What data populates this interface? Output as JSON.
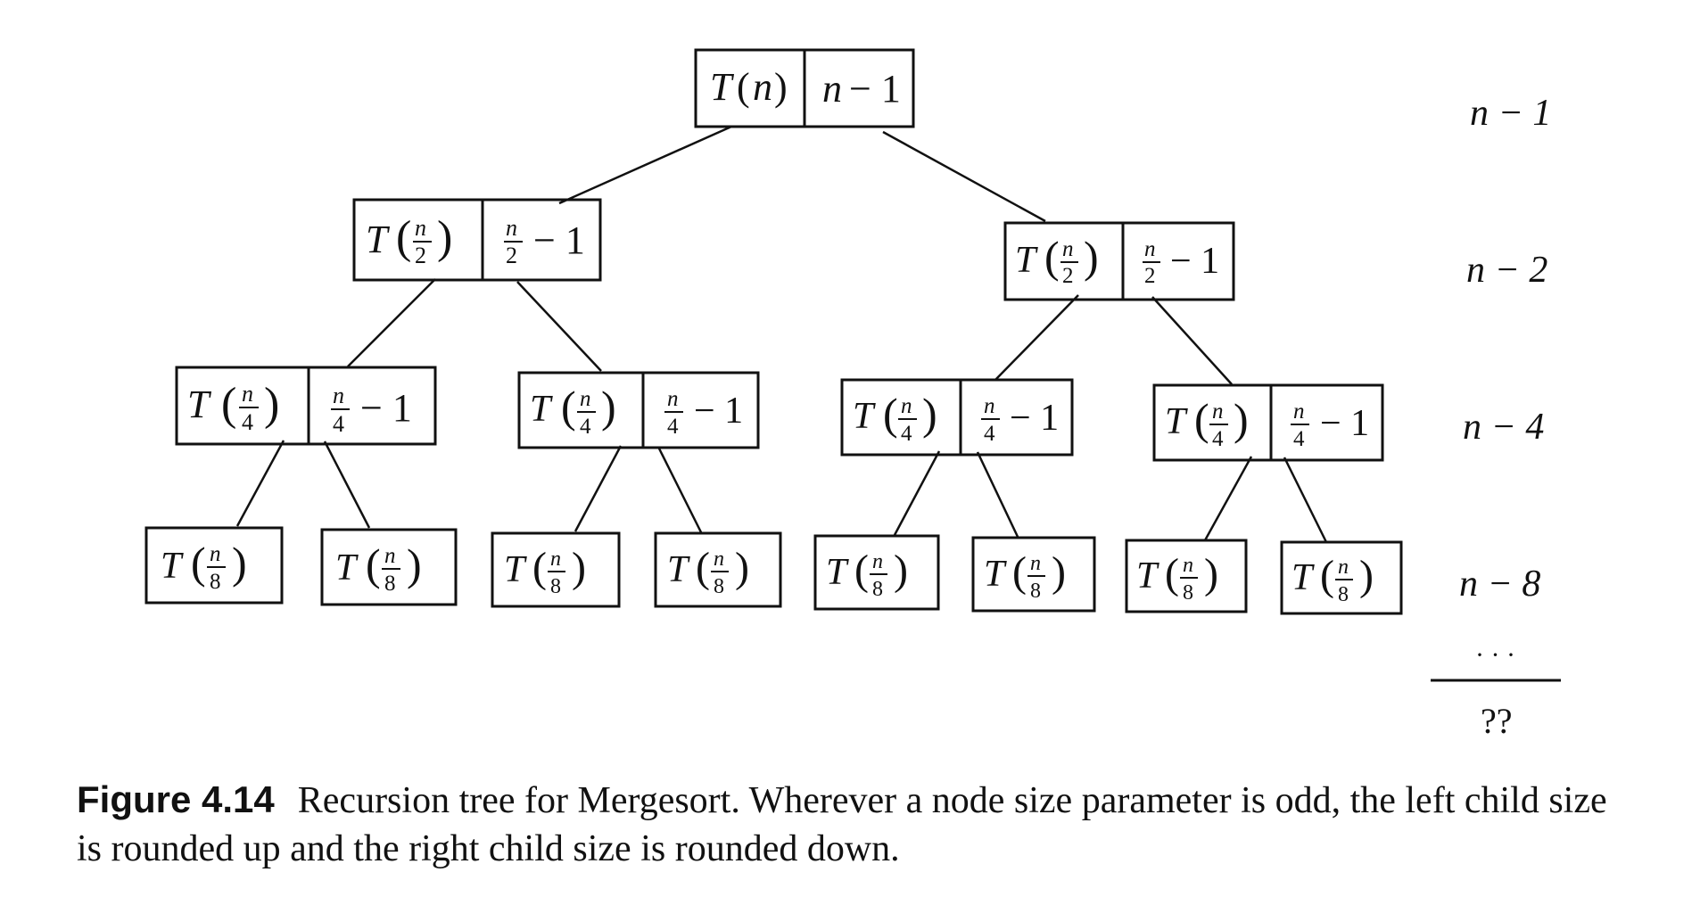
{
  "nodes": {
    "root": {
      "func": "T",
      "arg": "n",
      "cost_num": "n",
      "cost_tail": "− 1"
    },
    "l1_0": {
      "func": "T",
      "num": "n",
      "den": "2",
      "cost_num": "n",
      "cost_den": "2",
      "cost_tail": "− 1"
    },
    "l1_1": {
      "func": "T",
      "num": "n",
      "den": "2",
      "cost_num": "n",
      "cost_den": "2",
      "cost_tail": "− 1"
    },
    "l2_0": {
      "func": "T",
      "num": "n",
      "den": "4",
      "cost_num": "n",
      "cost_den": "4",
      "cost_tail": "− 1"
    },
    "l2_1": {
      "func": "T",
      "num": "n",
      "den": "4",
      "cost_num": "n",
      "cost_den": "4",
      "cost_tail": "− 1"
    },
    "l2_2": {
      "func": "T",
      "num": "n",
      "den": "4",
      "cost_num": "n",
      "cost_den": "4",
      "cost_tail": "− 1"
    },
    "l2_3": {
      "func": "T",
      "num": "n",
      "den": "4",
      "cost_num": "n",
      "cost_den": "4",
      "cost_tail": "− 1"
    },
    "l3_0": {
      "func": "T",
      "num": "n",
      "den": "8"
    },
    "l3_1": {
      "func": "T",
      "num": "n",
      "den": "8"
    },
    "l3_2": {
      "func": "T",
      "num": "n",
      "den": "8"
    },
    "l3_3": {
      "func": "T",
      "num": "n",
      "den": "8"
    },
    "l3_4": {
      "func": "T",
      "num": "n",
      "den": "8"
    },
    "l3_5": {
      "func": "T",
      "num": "n",
      "den": "8"
    },
    "l3_6": {
      "func": "T",
      "num": "n",
      "den": "8"
    },
    "l3_7": {
      "func": "T",
      "num": "n",
      "den": "8"
    }
  },
  "level_sums": [
    "n − 1",
    "n − 2",
    "n − 4",
    "n − 8"
  ],
  "ellipsis": "· · ·",
  "total": "??",
  "caption": {
    "label": "Figure 4.14",
    "text": "Recursion tree for Mergesort. Wherever a node size parameter is odd, the left child size is rounded up and the right child size is rounded down."
  }
}
